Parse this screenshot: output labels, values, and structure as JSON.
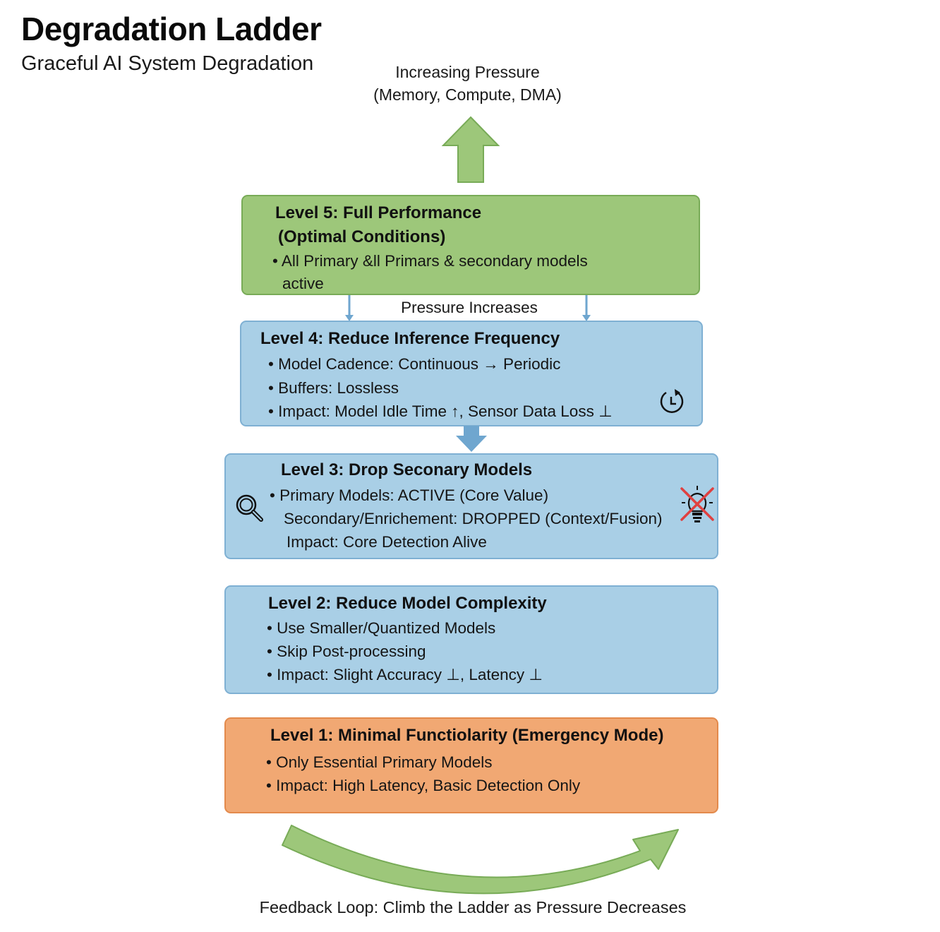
{
  "header": {
    "title": "Degradation Ladder",
    "subtitle": "Graceful AI System Degradation"
  },
  "pressure_indicator": {
    "line1": "Increasing Pressure",
    "line2": "(Memory, Compute, DMA)",
    "arrow_icon": "up-arrow-icon"
  },
  "connector": {
    "label": "Pressure Increases"
  },
  "colors": {
    "level5_fill": "#9dc77a",
    "level4_3_2_fill": "#a9cfe6",
    "level1_fill": "#f1a873",
    "arrow_green": "#9dc77a",
    "arrow_blue": "#6fa6cf",
    "cross_red": "#e04040"
  },
  "levels": [
    {
      "id": "level5",
      "heading": "Level 5: Full Performance",
      "heading2": "(Optimal Conditions)",
      "lines": [
        "• All Primary &ll Primars & ѕecondary models",
        "active"
      ]
    },
    {
      "id": "level4",
      "heading": "Level 4: Reduce Inference Frequency",
      "lines": [
        "• Model Cadence: Continuous → Periodic",
        "• Buffers: Lossless",
        "• Impact: Model Idle Time ↑, Sensor Data Loss ⊥"
      ],
      "icon": "timer-icon"
    },
    {
      "id": "level3",
      "heading": "Level 3: Drop Seconary Models",
      "lines": [
        "• Primary Models: ACTIVE (Core Value)",
        "Secondary/Enrichement: DROPPED (Context/Fusion)",
        "Impact: Core Detection Alive"
      ],
      "icons": [
        "magnifier-icon",
        "crossed-lightbulb-icon"
      ]
    },
    {
      "id": "level2",
      "heading": "Level 2: Reduce Model Complexity",
      "lines": [
        "• Use Smaller/Quantized Models",
        "• Skip Post-processing",
        "• Impact: Slight Accuracy ⊥, Latency ⊥"
      ]
    },
    {
      "id": "level1",
      "heading": "Level 1: Minimal Functiolarity (Emergency Mode)",
      "lines": [
        "• Only Essential Primary Models",
        "• Impact: High Latency, Basic Detection Only"
      ]
    }
  ],
  "feedback": {
    "label": "Feedback Loop: Climb the Ladder as Pressure Decreases",
    "arrow_icon": "curved-arrow-icon"
  }
}
